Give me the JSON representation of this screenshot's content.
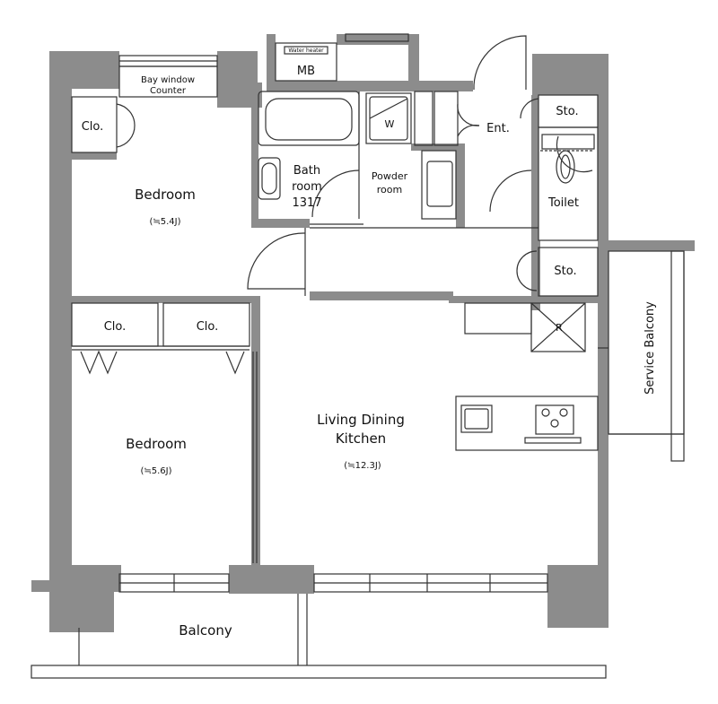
{
  "rooms": {
    "bay_window": {
      "line1": "Bay window",
      "line2": "Counter"
    },
    "mb": "MB",
    "water_heater": "Water heater",
    "closet": "Clo.",
    "bedroom_top": {
      "name": "Bedroom",
      "size": "(≒5.4J)"
    },
    "bath": {
      "line1": "Bath",
      "line2": "room",
      "line3": "1317"
    },
    "washer": "W",
    "powder": {
      "line1": "Powder",
      "line2": "room"
    },
    "entrance": "Ent.",
    "storage": "Sto.",
    "toilet": "Toilet",
    "bedroom_bottom": {
      "name": "Bedroom",
      "size": "(≒5.6J)"
    },
    "ldk": {
      "line1": "Living Dining",
      "line2": "Kitchen",
      "size": "(≒12.3J)"
    },
    "fridge": "R",
    "service_balcony": "Service Balcony",
    "balcony": "Balcony"
  },
  "colors": {
    "wall": "#8c8c8c",
    "line": "#333333",
    "background": "#ffffff"
  }
}
